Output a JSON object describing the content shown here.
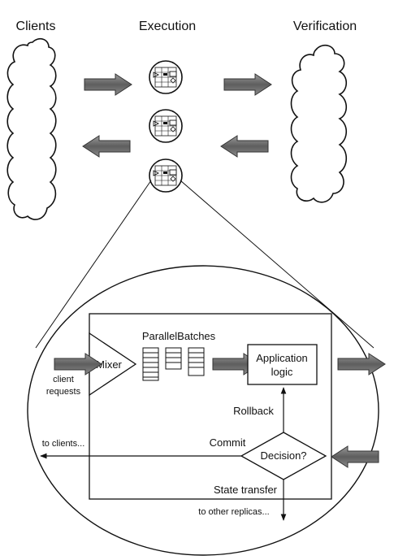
{
  "headers": {
    "clients": "Clients",
    "execution": "Execution",
    "verification": "Verification"
  },
  "detail": {
    "mixer": "Mixer",
    "parallel_batches": "ParallelBatches",
    "application_line1": "Application",
    "application_line2": "logic",
    "rollback": "Rollback",
    "commit": "Commit",
    "decision": "Decision?",
    "state_transfer": "State transfer",
    "client_requests_line1": "client",
    "client_requests_line2": "requests",
    "to_clients": "to clients...",
    "to_other_replicas": "to other replicas..."
  },
  "colors": {
    "arrow_fill": "#7a7a7a",
    "arrow_stroke": "#333333",
    "line": "#111111",
    "background": "#ffffff"
  },
  "icons": {
    "cloud": "cloud-icon",
    "replica": "replica-node-icon",
    "flow_arrow": "flow-arrow-icon"
  }
}
